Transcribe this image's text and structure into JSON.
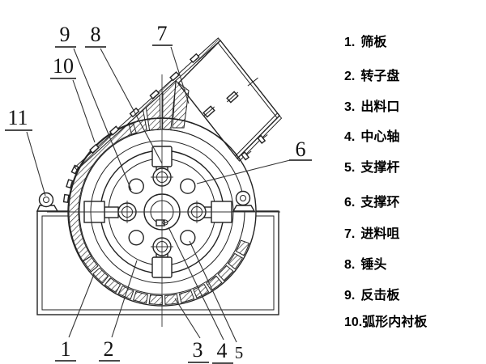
{
  "colors": {
    "line": "#222222",
    "background": "#ffffff"
  },
  "diagram": {
    "callouts": [
      {
        "label": "1"
      },
      {
        "label": "2"
      },
      {
        "label": "3"
      },
      {
        "label": "4"
      },
      {
        "label": "5"
      },
      {
        "label": "6"
      },
      {
        "label": "7"
      },
      {
        "label": "8"
      },
      {
        "label": "9"
      },
      {
        "label": "10"
      },
      {
        "label": "11"
      }
    ]
  },
  "legend": {
    "items": [
      {
        "num": "1.",
        "label": "筛板"
      },
      {
        "num": "2.",
        "label": "转子盘"
      },
      {
        "num": "3.",
        "label": "出料口"
      },
      {
        "num": "4.",
        "label": "中心轴"
      },
      {
        "num": "5.",
        "label": "支撑杆"
      },
      {
        "num": "6.",
        "label": "支撑环"
      },
      {
        "num": "7.",
        "label": "进料咀"
      },
      {
        "num": "8.",
        "label": "锤头"
      },
      {
        "num": "9.",
        "label": "反击板"
      },
      {
        "num": "10.",
        "label": "弧形内衬板"
      }
    ]
  }
}
